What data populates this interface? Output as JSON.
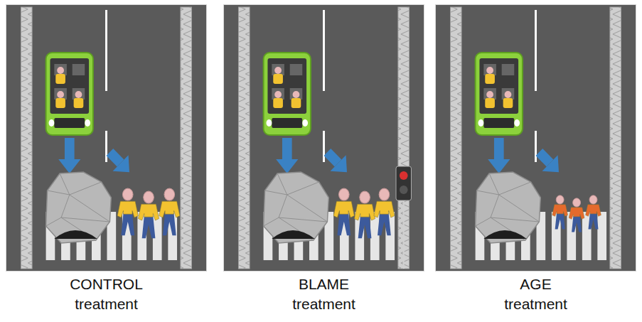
{
  "diagram": {
    "nodes": [
      {
        "text": [
          "CONTROL treatment"
        ]
      },
      {
        "text": [
          "BLAME treatment"
        ]
      },
      {
        "text": [
          "AGE treatment"
        ]
      }
    ]
  }
}
